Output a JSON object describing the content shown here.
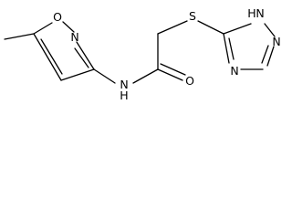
{
  "molecule": {
    "atoms": {
      "isoxazole_O": "O",
      "isoxazole_N": "N",
      "amide_N": "N",
      "amide_H": "H",
      "carbonyl_O": "O",
      "thio_S": "S",
      "triazole_N1": "N",
      "triazole_H": "H",
      "triazole_N2": "N",
      "triazole_N4": "N"
    },
    "colors": {
      "bond": "#000000",
      "atom_label": "#000000",
      "background": "#ffffff"
    }
  }
}
